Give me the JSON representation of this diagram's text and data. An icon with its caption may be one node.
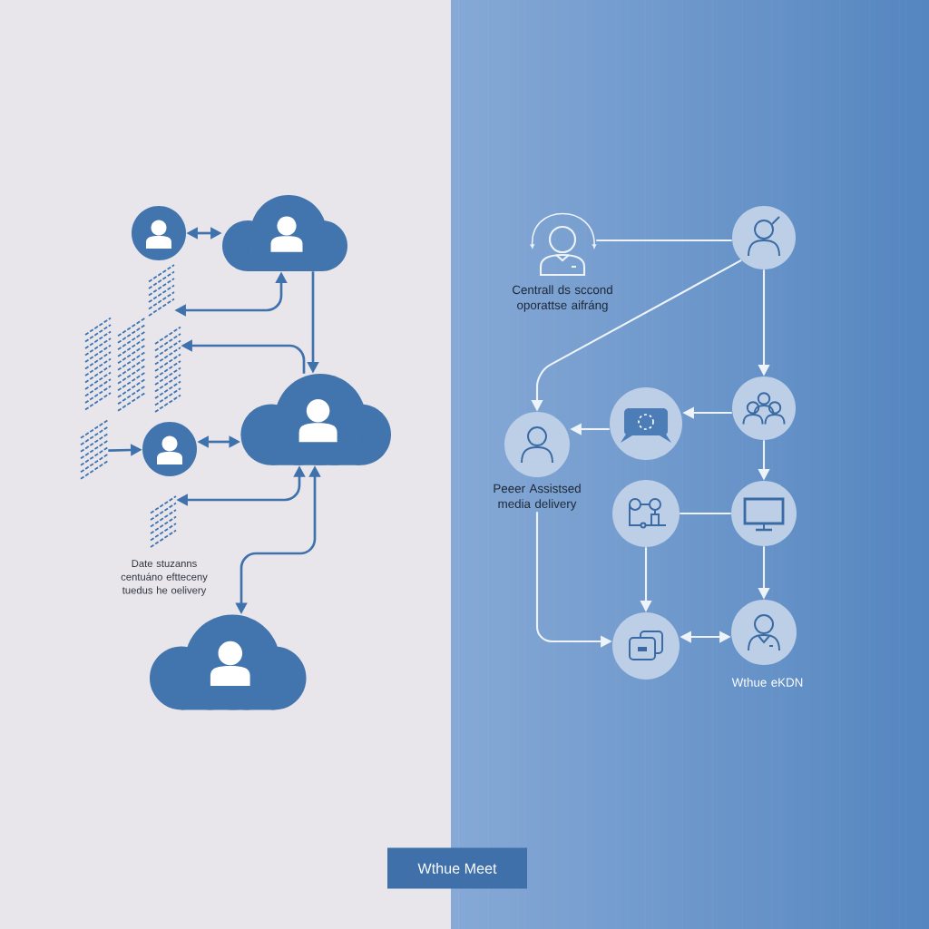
{
  "diagram": {
    "nodes": [
      {
        "text": [],
        "shape": "circle"
      },
      {
        "text": [],
        "shape": "cloud"
      },
      {
        "text": [],
        "shape": "cloud"
      },
      {
        "text": [],
        "shape": "circle"
      },
      {
        "text": [],
        "shape": "cloud"
      },
      {
        "text": [],
        "shape": "picture"
      },
      {
        "text": [],
        "shape": "picture"
      },
      {
        "text": [],
        "shape": "picture"
      },
      {
        "text": [],
        "shape": "picture"
      },
      {
        "text": [],
        "shape": "picture"
      },
      {
        "text": [],
        "shape": "picture"
      },
      {
        "text": [],
        "shape": "person",
        "beside": [
          "Centrall ds sccond oporattse aifráng"
        ]
      },
      {
        "text": [],
        "shape": "circle"
      },
      {
        "text": [],
        "shape": "circle"
      },
      {
        "text": [],
        "shape": "circle"
      },
      {
        "text": [],
        "shape": "circle",
        "beside": [
          "Peeer Assistsed media delivery"
        ]
      },
      {
        "text": [],
        "shape": "circle"
      },
      {
        "text": [],
        "shape": "circle"
      },
      {
        "text": [],
        "shape": "circle"
      },
      {
        "text": [],
        "shape": "circle",
        "beside": [
          "Wthue eKDN"
        ]
      },
      {
        "text": [
          "Wthue Meet"
        ]
      }
    ],
    "edges": [
      {
        "from": 0,
        "to": 1,
        "arrow": "both",
        "color": "#3f72ad"
      },
      {
        "from": 1,
        "to": 2,
        "arrow": "to",
        "color": "#3f72ad"
      },
      {
        "from": 1,
        "to": 5,
        "arrow": "both",
        "color": "#3f72ad"
      },
      {
        "from": 2,
        "to": 8,
        "arrow": "to",
        "color": "#3f72ad"
      },
      {
        "from": 9,
        "to": 3,
        "arrow": "to",
        "color": "#3f72ad"
      },
      {
        "from": 3,
        "to": 2,
        "arrow": "both",
        "color": "#3f72ad"
      },
      {
        "from": 2,
        "to": 10,
        "arrow": "both",
        "color": "#3f72ad"
      },
      {
        "from": 4,
        "to": 2,
        "arrow": "both",
        "color": "#3f72ad"
      },
      {
        "from": 11,
        "to": 12,
        "arrow": "none"
      },
      {
        "from": 12,
        "to": 13,
        "arrow": "to"
      },
      {
        "from": 12,
        "to": 15,
        "arrow": "to"
      },
      {
        "from": 13,
        "to": 14,
        "arrow": "to"
      },
      {
        "from": 14,
        "to": 15,
        "arrow": "to"
      },
      {
        "from": 13,
        "to": 17,
        "arrow": "to"
      },
      {
        "from": 16,
        "to": 17,
        "arrow": "none"
      },
      {
        "from": 16,
        "to": 18,
        "arrow": "to"
      },
      {
        "from": 17,
        "to": 19,
        "arrow": "to"
      },
      {
        "from": 18,
        "to": 19,
        "arrow": "both"
      },
      {
        "from": 15,
        "to": 18,
        "arrow": "to"
      }
    ],
    "labels": [
      "Date stuzanns centuáno eftteceny tuedus he oelivery"
    ]
  }
}
